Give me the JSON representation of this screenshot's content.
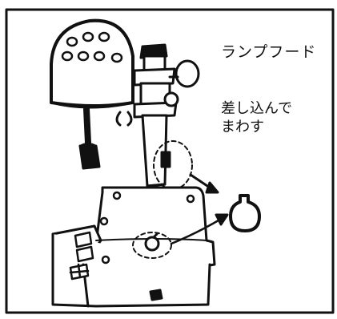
{
  "labels": {
    "lamp_hood": "ランプフード",
    "instruction_line1": "差し込んで",
    "instruction_line2": "まわす"
  },
  "colors": {
    "ink": "#111111",
    "paper": "#ffffff"
  }
}
